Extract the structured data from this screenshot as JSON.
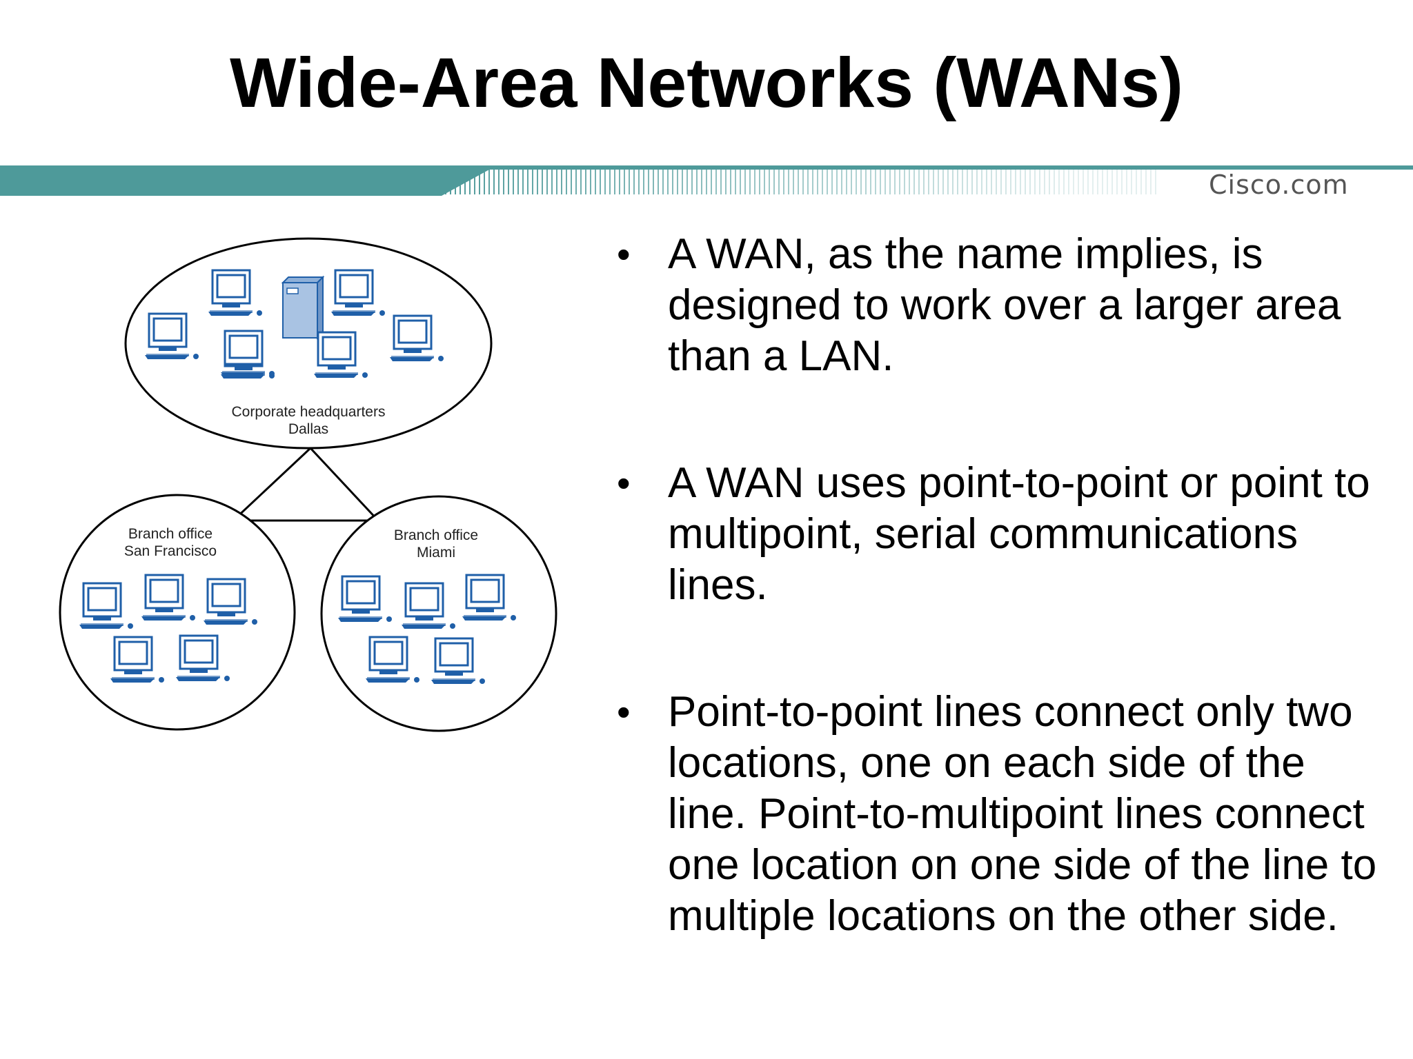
{
  "slide": {
    "title": "Wide-Area Networks (WANs)",
    "brand": "Cisco.com",
    "accent_color": "#4e9a9a"
  },
  "diagram": {
    "device_color": "#1f5fa8",
    "sites": [
      {
        "label_line1": "Corporate headquarters",
        "label_line2": "Dallas"
      },
      {
        "label_line1": "Branch office",
        "label_line2": "San Francisco"
      },
      {
        "label_line1": "Branch office",
        "label_line2": "Miami"
      }
    ]
  },
  "bullets": [
    {
      "text": "A WAN, as the name implies, is designed to work over a larger area than a LAN."
    },
    {
      "text": "A WAN uses point-to-point or point to multipoint, serial communications lines."
    },
    {
      "text": "Point-to-point lines connect only two locations, one on each side of the line. Point-to-multipoint lines connect one location on one side of the line to multiple locations on the other side."
    }
  ]
}
